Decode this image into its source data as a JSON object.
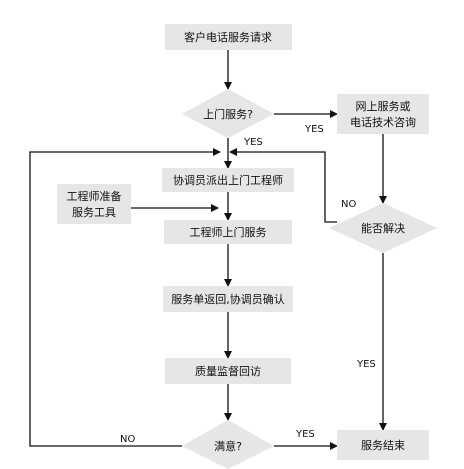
{
  "nodes": {
    "request": "客户电话服务请求",
    "onsite_decision": "上门服务?",
    "remote_support_line1": "网上服务或",
    "remote_support_line2": "电话技术咨询",
    "dispatch": "协调员派出上门工程师",
    "prepare_tools_line1": "工程师准备",
    "prepare_tools_line2": "服务工具",
    "engineer_onsite": "工程师上门服务",
    "resolved_decision": "能否解决",
    "return_sheet": "服务单返回,协调员确认",
    "quality_followup": "质量监督回访",
    "satisfied_decision": "满意?",
    "service_end": "服务结束"
  },
  "edge_labels": {
    "onsite_yes": "YES",
    "remote_yes": "YES",
    "resolved_no": "NO",
    "resolved_yes": "YES",
    "satisfied_yes": "YES",
    "satisfied_no": "NO"
  }
}
